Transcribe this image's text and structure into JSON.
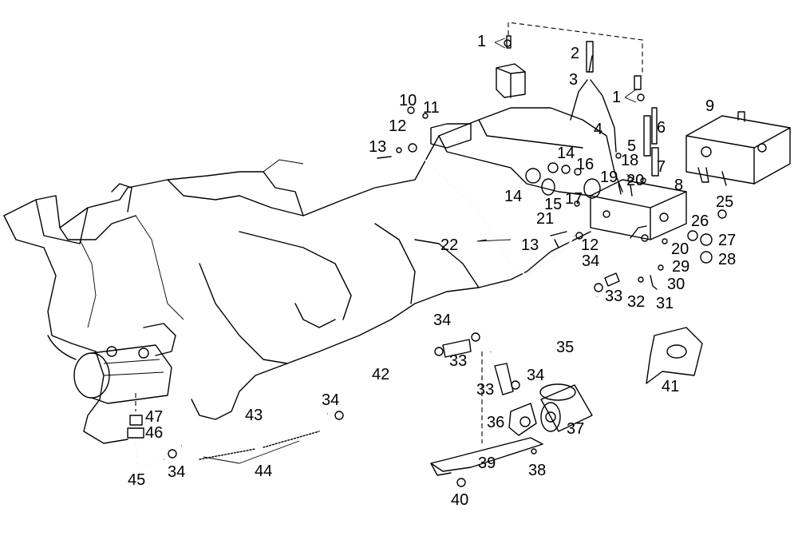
{
  "callouts": [
    {
      "text": "1"
    },
    {
      "text": "1"
    },
    {
      "text": "2"
    },
    {
      "text": "3"
    },
    {
      "text": "4"
    },
    {
      "text": "5"
    },
    {
      "text": "6"
    },
    {
      "text": "7"
    },
    {
      "text": "8"
    },
    {
      "text": "9"
    },
    {
      "text": "10"
    },
    {
      "text": "11"
    },
    {
      "text": "12"
    },
    {
      "text": "12"
    },
    {
      "text": "13"
    },
    {
      "text": "13"
    },
    {
      "text": "14"
    },
    {
      "text": "14"
    },
    {
      "text": "15"
    },
    {
      "text": "16"
    },
    {
      "text": "17"
    },
    {
      "text": "18"
    },
    {
      "text": "19"
    },
    {
      "text": "20"
    },
    {
      "text": "20"
    },
    {
      "text": "21"
    },
    {
      "text": "22"
    },
    {
      "text": "25"
    },
    {
      "text": "26"
    },
    {
      "text": "27"
    },
    {
      "text": "28"
    },
    {
      "text": "29"
    },
    {
      "text": "30"
    },
    {
      "text": "31"
    },
    {
      "text": "32"
    },
    {
      "text": "33"
    },
    {
      "text": "33"
    },
    {
      "text": "33"
    },
    {
      "text": "34"
    },
    {
      "text": "34"
    },
    {
      "text": "34"
    },
    {
      "text": "34"
    },
    {
      "text": "34"
    },
    {
      "text": "35"
    },
    {
      "text": "36"
    },
    {
      "text": "37"
    },
    {
      "text": "38"
    },
    {
      "text": "39"
    },
    {
      "text": "40"
    },
    {
      "text": "41"
    },
    {
      "text": "42"
    },
    {
      "text": "43"
    },
    {
      "text": "44"
    },
    {
      "text": "45"
    },
    {
      "text": "46"
    },
    {
      "text": "47"
    }
  ]
}
